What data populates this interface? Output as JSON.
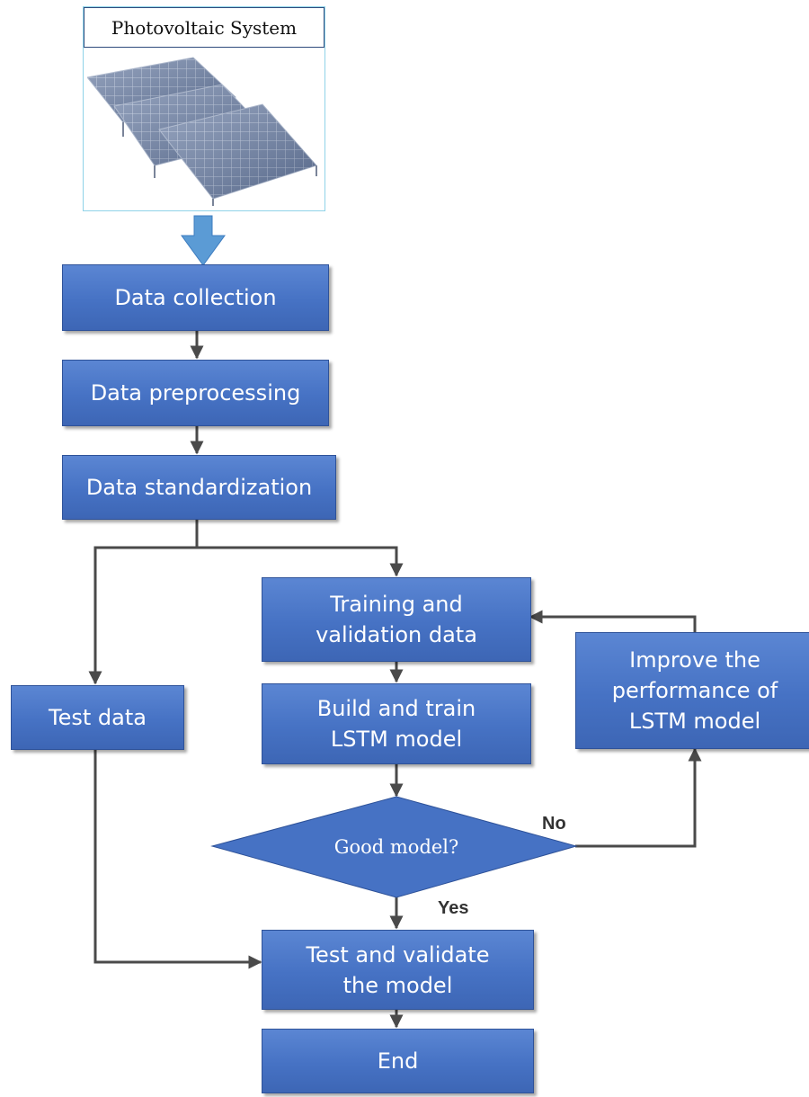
{
  "header": {
    "title": "Photovoltaic System"
  },
  "nodes": {
    "collection": "Data collection",
    "preprocessing": "Data preprocessing",
    "standardization": "Data standardization",
    "training": "Training and\nvalidation data",
    "test_data": "Test data",
    "build": "Build and train\nLSTM model",
    "improve": "Improve the\nperformance of\nLSTM model",
    "decision": "Good model?",
    "test_validate": "Test and validate\nthe model",
    "end": "End"
  },
  "edges": {
    "no": "No",
    "yes": "Yes"
  },
  "colors": {
    "box_fill": "#4672c4",
    "box_border": "#2e5299",
    "connector": "#4a4a4a",
    "down_arrow": "#5b9bd5"
  }
}
